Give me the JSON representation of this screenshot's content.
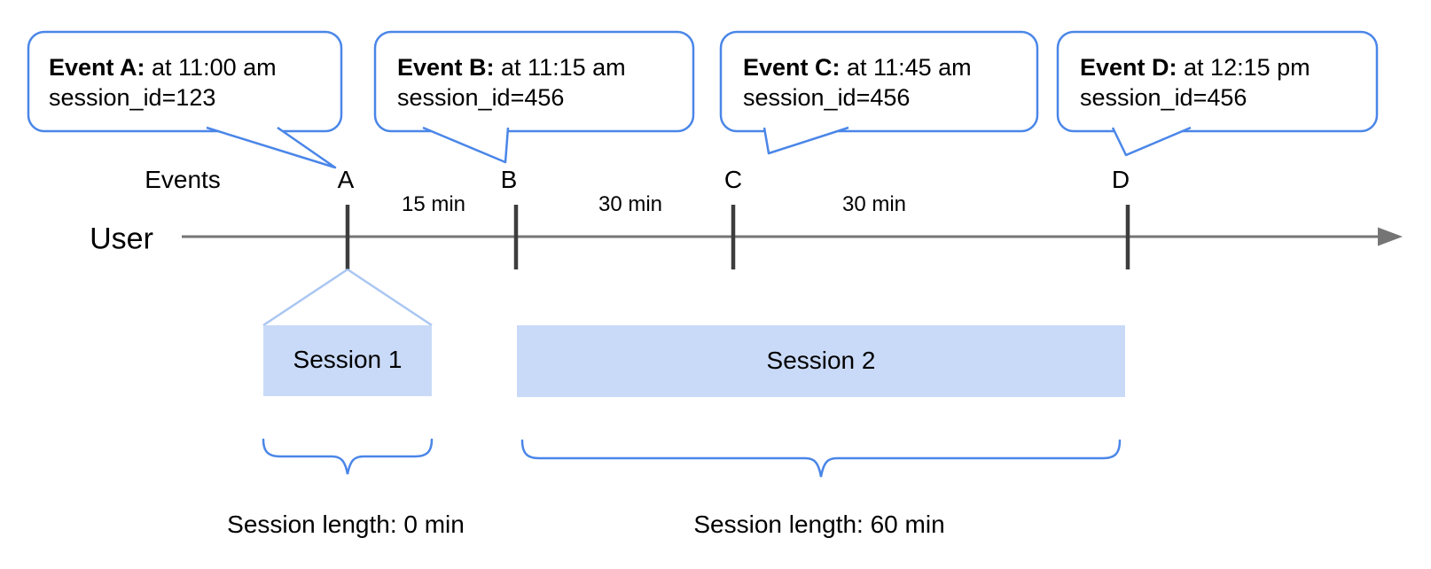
{
  "callouts": [
    {
      "event": "Event A:",
      "time": " at 11:00 am",
      "session": "session_id=123"
    },
    {
      "event": "Event B:",
      "time": " at 11:15 am",
      "session": "session_id=456"
    },
    {
      "event": "Event C:",
      "time": " at 11:45 am",
      "session": "session_id=456"
    },
    {
      "event": "Event D:",
      "time": " at 12:15 pm",
      "session": "session_id=456"
    }
  ],
  "timeline": {
    "axis_label": "Events",
    "user_label": "User",
    "event_marks": [
      "A",
      "B",
      "C",
      "D"
    ],
    "intervals": [
      "15 min",
      "30 min",
      "30 min"
    ]
  },
  "sessions": [
    {
      "name": "Session 1",
      "length": "Session length: 0 min"
    },
    {
      "name": "Session 2",
      "length": "Session length: 60 min"
    }
  ],
  "colors": {
    "callout_border": "#4a86e8",
    "brace": "#4a86e8",
    "funnel_line": "#a9c6f3",
    "session_fill": "#c9daf8",
    "axis": "#757575",
    "tick": "#3d3d3d"
  }
}
